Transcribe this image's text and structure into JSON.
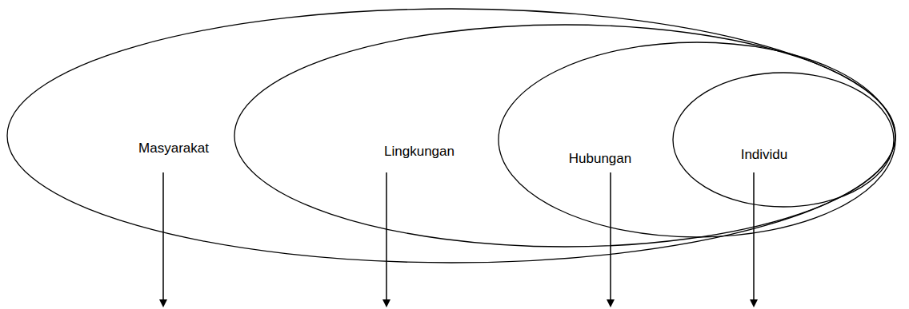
{
  "diagram": {
    "nodes": [
      {
        "text": [
          "Masyarakat"
        ]
      },
      {
        "text": [
          "Lingkungan"
        ],
        "in": 0
      },
      {
        "text": [
          "Hubungan"
        ],
        "in": 1
      },
      {
        "text": [
          "Individu"
        ],
        "in": 2
      }
    ]
  }
}
